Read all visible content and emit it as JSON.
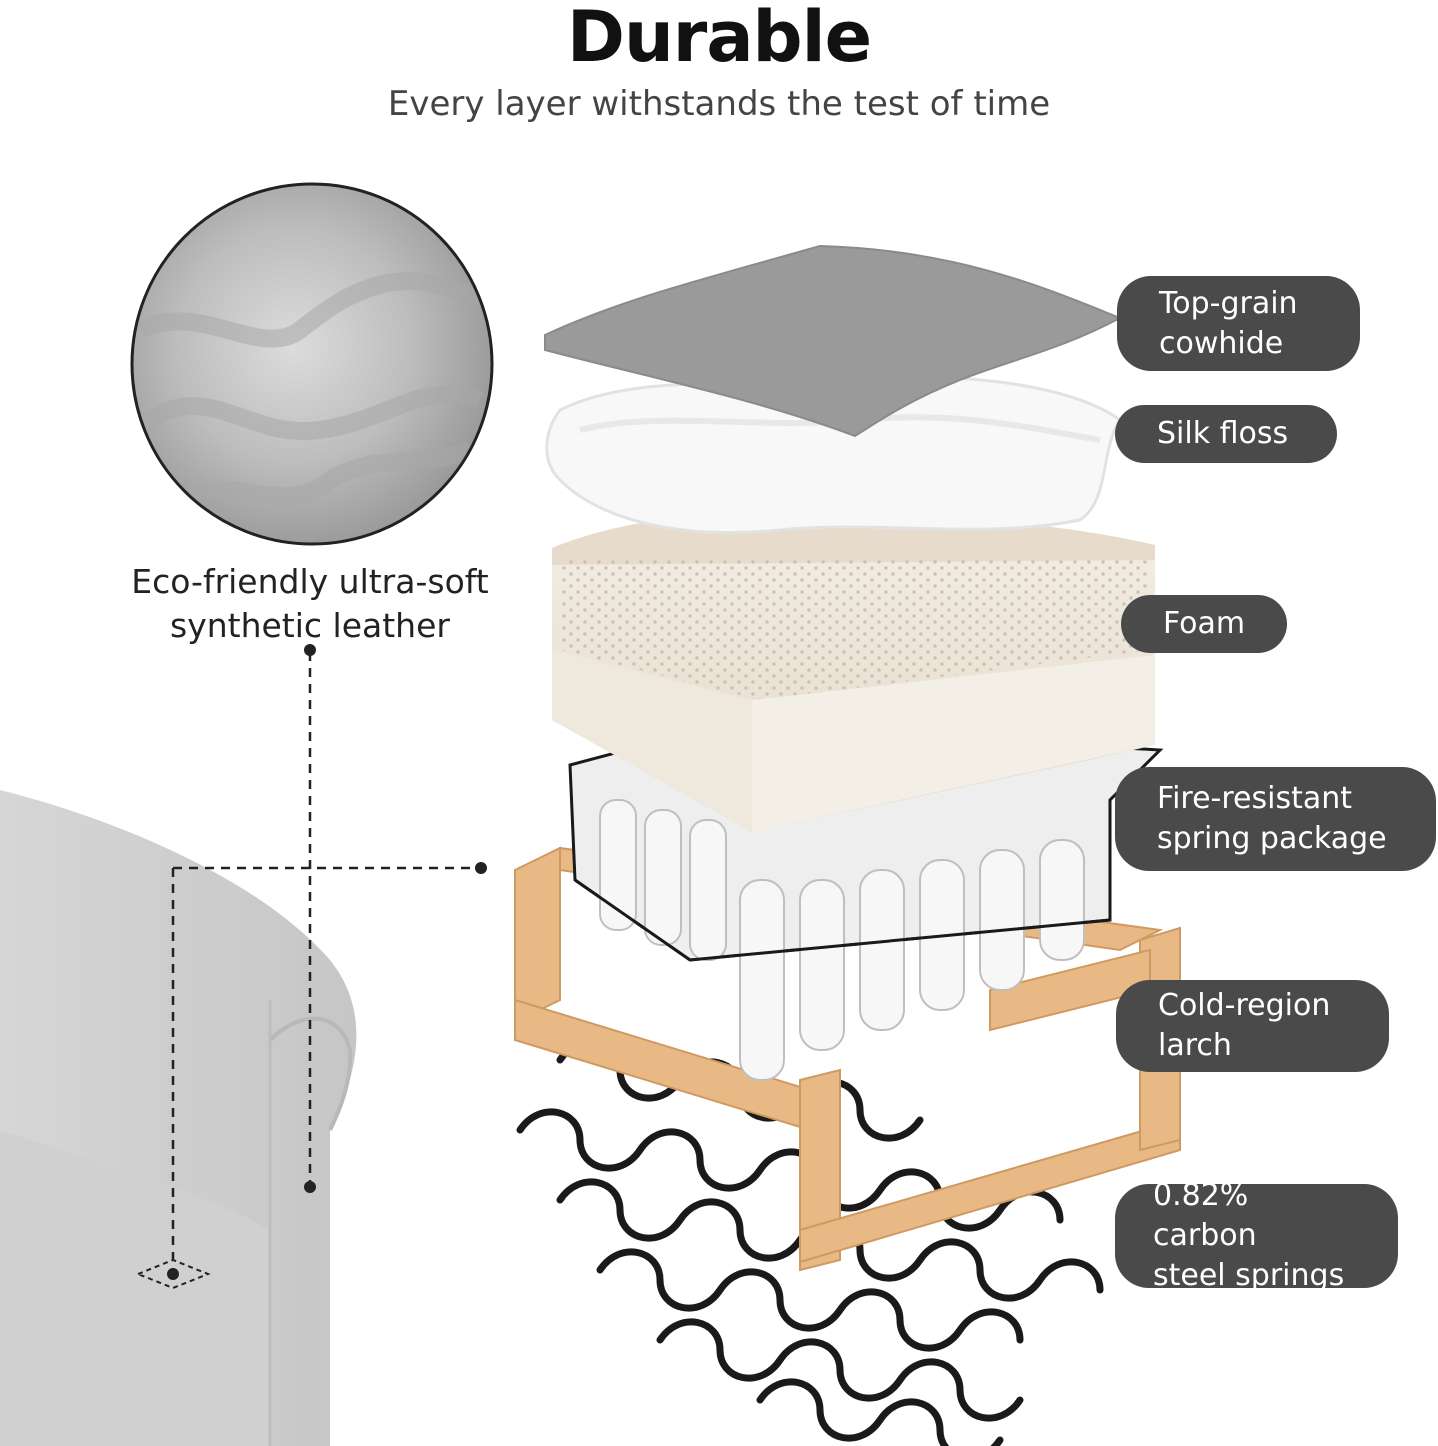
{
  "header": {
    "title": "Durable",
    "subtitle": "Every layer withstands the test of time"
  },
  "leather": {
    "caption_line1": "Eco-friendly ultra-soft",
    "caption_line2": "synthetic leather"
  },
  "layers": [
    {
      "line1": "Top-grain",
      "line2": "cowhide"
    },
    {
      "line1": "Silk floss",
      "line2": ""
    },
    {
      "line1": "Foam",
      "line2": ""
    },
    {
      "line1": "Fire-resistant",
      "line2": "spring package"
    },
    {
      "line1": "Cold-region",
      "line2": "larch"
    },
    {
      "line1": "0.82% carbon",
      "line2": "steel springs"
    }
  ],
  "colors": {
    "pill_bg": "#4a4a4a",
    "leather": "#9a9a9a",
    "foam": "#e8e0d2",
    "wood": "#e9b985",
    "spring": "#1a1a1a"
  }
}
